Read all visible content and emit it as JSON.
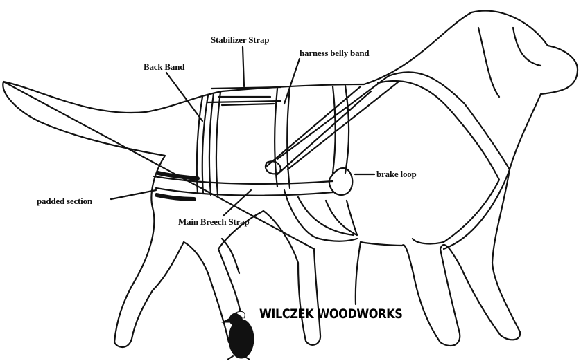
{
  "labels": {
    "stabilizer_strap": "Stabilizer Strap",
    "back_band": "Back Band",
    "harness_belly_band": "harness belly band",
    "brake_loop": "brake loop",
    "padded_section": "padded section",
    "main_breech_strap": "Main Breech Strap"
  },
  "brand": {
    "name": "WILCZEK WOODWORKS"
  },
  "colors": {
    "line": "#111111",
    "background": "#ffffff"
  }
}
